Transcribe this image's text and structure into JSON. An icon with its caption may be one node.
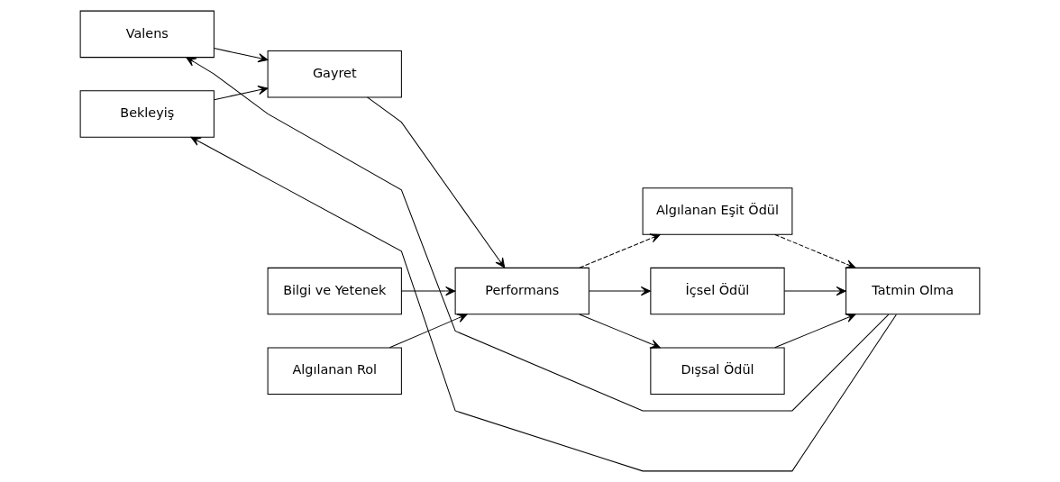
{
  "diagram": {
    "nodes": [
      {
        "text": [
          "Valens"
        ]
      },
      {
        "text": [
          "Bilgi ve Yetenek"
        ]
      },
      {
        "text": [
          "Algılanan Eşit Ödül"
        ]
      },
      {
        "text": [
          "Gayret"
        ]
      },
      {
        "text": [
          "Performans"
        ]
      },
      {
        "text": [
          "İçsel Ödül"
        ]
      },
      {
        "text": [
          "Tatmin Olma"
        ]
      },
      {
        "text": [
          "Bekleyiş"
        ]
      },
      {
        "text": [
          "Algılanan Rol"
        ]
      },
      {
        "text": [
          "Dışsal Ödül"
        ]
      }
    ],
    "edges": [
      {
        "from": 0,
        "to": 3,
        "arrow": "to"
      },
      {
        "from": 7,
        "to": 3,
        "arrow": "to"
      },
      {
        "from": 3,
        "to": 4,
        "arrow": "to"
      },
      {
        "from": 1,
        "to": 4,
        "arrow": "to"
      },
      {
        "from": 8,
        "to": 4,
        "arrow": "to"
      },
      {
        "from": 4,
        "to": 2,
        "arrow": "to",
        "style": "dashed"
      },
      {
        "from": 4,
        "to": 5,
        "arrow": "to"
      },
      {
        "from": 4,
        "to": 9,
        "arrow": "to"
      },
      {
        "from": 2,
        "to": 6,
        "arrow": "to",
        "style": "dashed"
      },
      {
        "from": 5,
        "to": 6,
        "arrow": "to"
      },
      {
        "from": 9,
        "to": 6,
        "arrow": "to"
      },
      {
        "from": 6,
        "to": 0,
        "arrow": "to"
      },
      {
        "from": 6,
        "to": 7,
        "arrow": "to"
      }
    ]
  }
}
